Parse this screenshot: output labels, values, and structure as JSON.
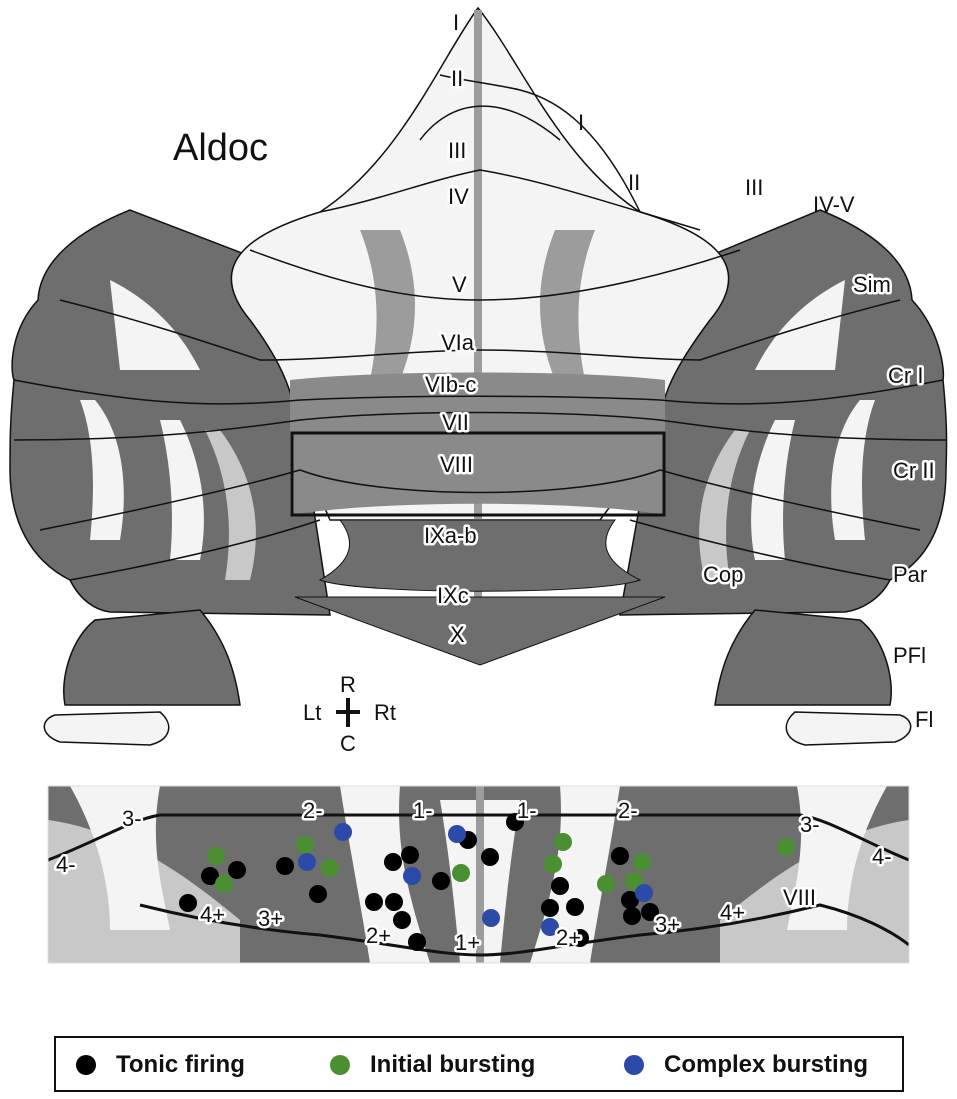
{
  "title": "Aldoc",
  "lobule_labels": {
    "I": "I",
    "II": "II",
    "III": "III",
    "IV": "IV",
    "V": "V",
    "VIa": "VIa",
    "VIb_c": "VIb-c",
    "VII": "VII",
    "VIII": "VIII",
    "IXa_b": "IXa-b",
    "IXc": "IXc",
    "X": "X",
    "I_r": "I",
    "II_r": "II",
    "III_r": "III",
    "IV_V": "IV-V",
    "Sim": "Sim",
    "CrI": "Cr I",
    "CrII": "Cr II",
    "Cop": "Cop",
    "Par": "Par",
    "PFl": "PFl",
    "Fl": "Fl"
  },
  "orientation": {
    "rostral": "R",
    "caudal": "C",
    "left": "Lt",
    "right": "Rt"
  },
  "zoom": {
    "lobule": "VIII",
    "stripes_top": [
      "3-",
      "2-",
      "1-",
      "1-",
      "2-",
      "3-"
    ],
    "stripes_side": [
      "4-",
      "4-"
    ],
    "stripes_bottom": [
      "4+",
      "3+",
      "2+",
      "1+",
      "2+",
      "3+",
      "4+"
    ]
  },
  "legend": [
    {
      "label": "Tonic firing",
      "color": "#000000"
    },
    {
      "label": "Initial bursting",
      "color": "#4a9032"
    },
    {
      "label": "Complex bursting",
      "color": "#2c4aa8"
    }
  ],
  "colors": {
    "dark": "#6e6e6e",
    "mid": "#9c9c9c",
    "light": "#c8c8c8",
    "white": "#f4f4f4",
    "outline": "#111111"
  }
}
